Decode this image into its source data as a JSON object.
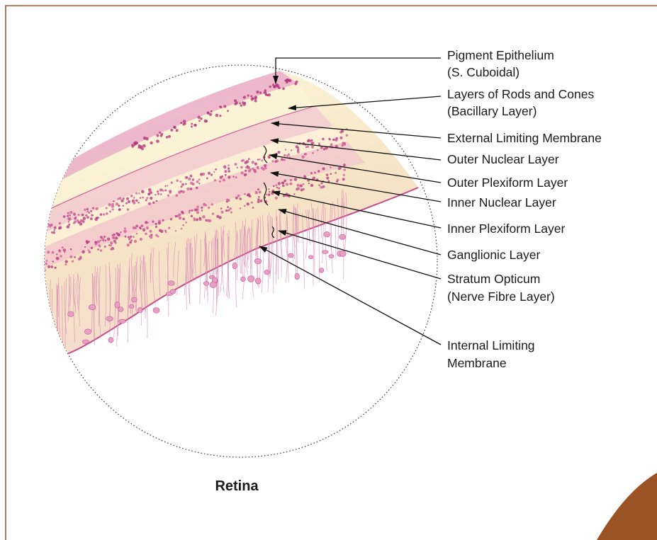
{
  "figure": {
    "caption": "Retina",
    "accent_color": "#a0562a",
    "tissue_color": "#f7e9c8",
    "stain_color": "#d35c9e"
  },
  "labels": [
    {
      "id": "pigment-epithelium",
      "lines": [
        "Pigment Epithelium",
        "(S. Cuboidal)"
      ]
    },
    {
      "id": "rods-cones",
      "lines": [
        "Layers of Rods and Cones",
        "(Bacillary Layer)"
      ]
    },
    {
      "id": "external-limiting-membrane",
      "lines": [
        "External Limiting Membrane"
      ]
    },
    {
      "id": "outer-nuclear-layer",
      "lines": [
        "Outer Nuclear Layer"
      ]
    },
    {
      "id": "outer-plexiform-layer",
      "lines": [
        "Outer Plexiform Layer"
      ]
    },
    {
      "id": "inner-nuclear-layer",
      "lines": [
        "Inner Nuclear Layer"
      ]
    },
    {
      "id": "inner-plexiform-layer",
      "lines": [
        "Inner Plexiform Layer"
      ]
    },
    {
      "id": "ganglionic-layer",
      "lines": [
        "Ganglionic Layer"
      ]
    },
    {
      "id": "stratum-opticum",
      "lines": [
        "Stratum Opticum",
        "(Nerve Fibre Layer)"
      ]
    },
    {
      "id": "internal-limiting-membrane",
      "lines": [
        "Internal Limiting",
        "Membrane"
      ]
    }
  ]
}
